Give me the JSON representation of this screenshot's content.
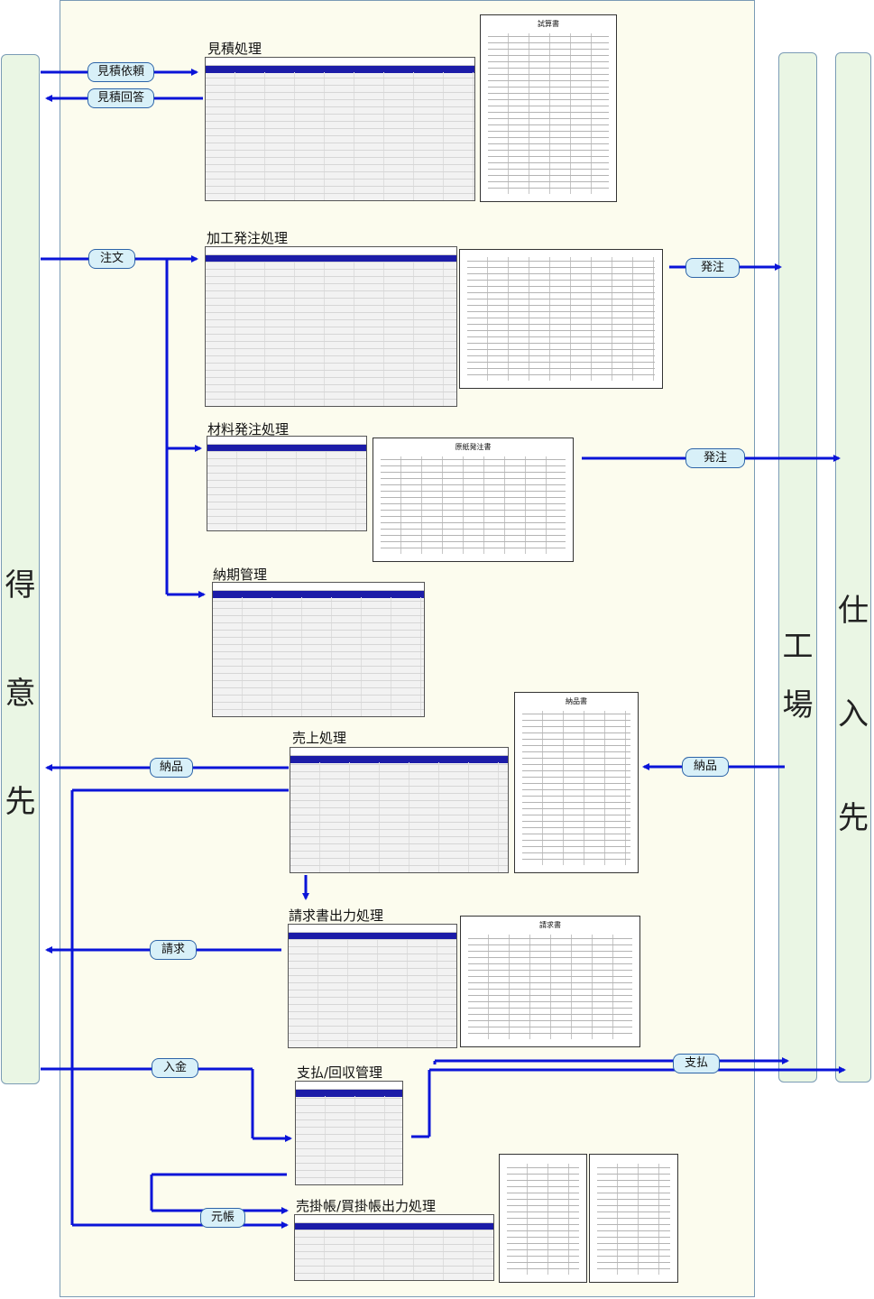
{
  "columns": {
    "customer": "得意先",
    "factory": "工場",
    "supplier": "仕入先"
  },
  "sections": {
    "estimate": "見積処理",
    "processing_order": "加工発注処理",
    "material_order": "材料発注処理",
    "delivery_mgmt": "納期管理",
    "sales": "売上処理",
    "invoice_output": "請求書出力処理",
    "payment_collection": "支払/回収管理",
    "ledger_output": "売掛帳/買掛帳出力処理"
  },
  "flows": {
    "estimate_request": "見積依頼",
    "estimate_reply": "見積回答",
    "order": "注文",
    "order_out_1": "発注",
    "order_out_2": "発注",
    "delivery_to_customer": "納品",
    "delivery_from_supplier": "納品",
    "billing": "請求",
    "receipt": "入金",
    "payment": "支払",
    "ledger": "元帳"
  },
  "documents": {
    "estimate_sheet": "試算書",
    "material_order_sheet": "原紙発注書",
    "delivery_note": "納品書",
    "invoice": "請求書"
  },
  "colors": {
    "arrow": "#0a14d8",
    "column_fill": "#eaf6e4",
    "panel_fill": "#fcfcee",
    "pill_fill": "#d8f0f8",
    "window_header": "#1c1ca8"
  }
}
